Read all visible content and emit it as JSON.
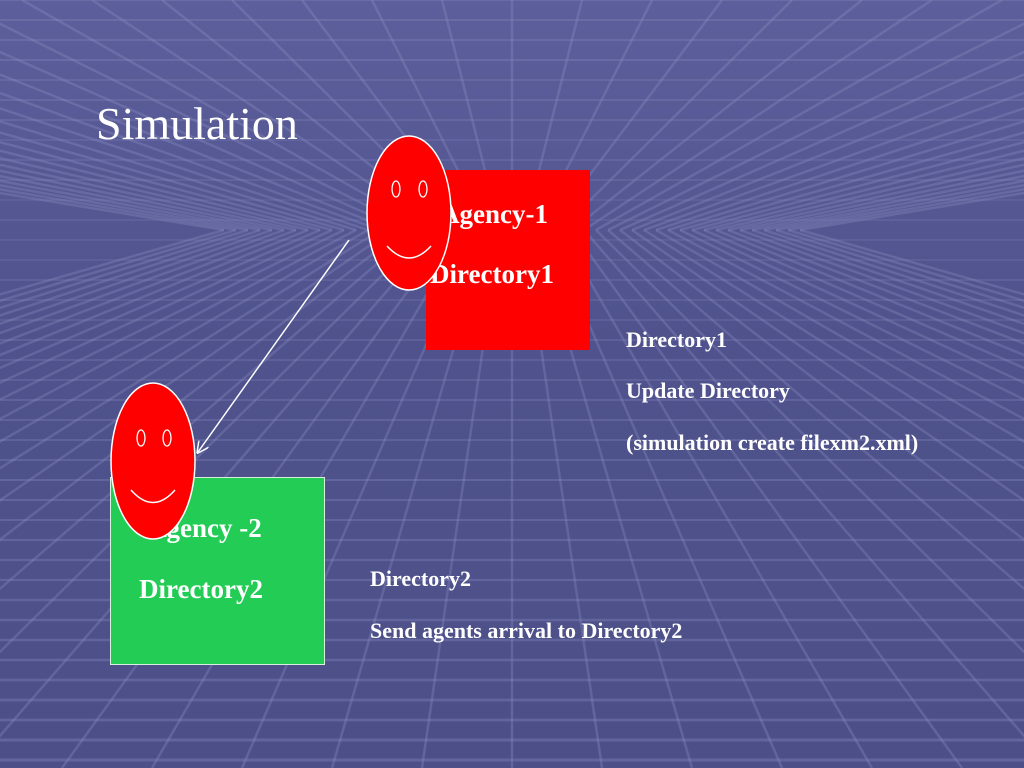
{
  "slide": {
    "title": "Simulation"
  },
  "agency1": {
    "name": "Agency-1",
    "directory": "Directory1",
    "color": "#ff0000"
  },
  "agency2": {
    "name": "Agency -2",
    "directory": "Directory2",
    "color": "#22cc55"
  },
  "note1": {
    "lines": [
      "Directory1",
      "Update Directory",
      "(simulation create filexm2.xml)"
    ]
  },
  "note2": {
    "lines": [
      "Directory2",
      "Send agents arrival to Directory2"
    ]
  },
  "agent": {
    "face_color": "#ff0000",
    "icon": "smiley-agent-icon"
  }
}
